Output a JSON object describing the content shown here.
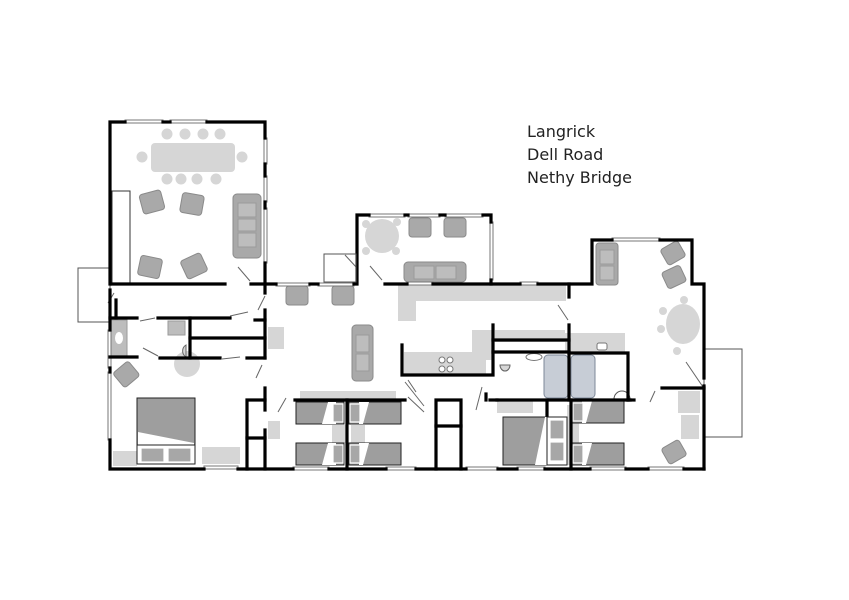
{
  "address": {
    "line1": "Langrick",
    "line2": "Dell Road",
    "line3": "Nethy Bridge"
  },
  "colors": {
    "wall": "#000000",
    "furniture_dark": "#a9a9a9",
    "furniture_light": "#d6d6d6",
    "bath": "#c7cdd6",
    "background": "#ffffff"
  },
  "plan": {
    "rooms": [
      {
        "id": "dining-lounge",
        "features": [
          "dining-table",
          "10-chairs",
          "4-armchairs",
          "sofa",
          "fireplace"
        ]
      },
      {
        "id": "sunroom",
        "features": [
          "round-table",
          "4-chairs",
          "2-armchairs",
          "sofa"
        ]
      },
      {
        "id": "hall-lounge",
        "features": [
          "2-armchairs",
          "sofa"
        ]
      },
      {
        "id": "kitchen",
        "features": [
          "l-counter",
          "hob",
          "sink"
        ]
      },
      {
        "id": "master-bedroom",
        "features": [
          "double-bed",
          "armchair",
          "ensuite"
        ]
      },
      {
        "id": "bunk-room-1",
        "features": [
          "2-bunk-beds"
        ]
      },
      {
        "id": "bunk-room-2",
        "features": [
          "2-bunk-beds"
        ]
      },
      {
        "id": "bedroom-3",
        "features": [
          "double-bed"
        ]
      },
      {
        "id": "bunk-room-3",
        "features": [
          "2-bunk-beds"
        ]
      },
      {
        "id": "bathrooms",
        "features": [
          "2-baths",
          "wc",
          "basin"
        ]
      },
      {
        "id": "east-lounge",
        "features": [
          "oval-table",
          "4-stools",
          "3-armchairs",
          "sofa"
        ]
      },
      {
        "id": "utility",
        "features": [
          "appliances",
          "armchair"
        ]
      },
      {
        "id": "west-porch",
        "features": []
      },
      {
        "id": "east-porch",
        "features": []
      }
    ]
  }
}
